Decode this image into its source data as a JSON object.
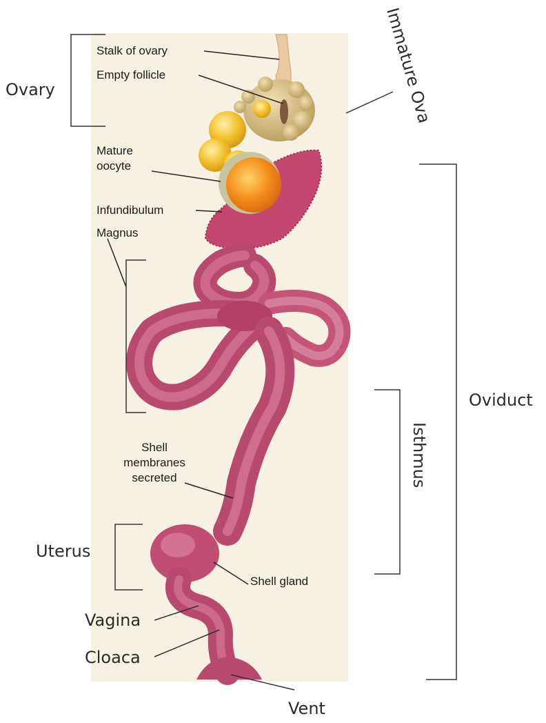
{
  "labels": {
    "stalk_of_ovary": "Stalk of ovary",
    "empty_follicle": "Empty follicle",
    "mature_oocyte_line1": "Mature",
    "mature_oocyte_line2": "oocyte",
    "infundibulum": "Infundibulum",
    "magnus": "Magnus",
    "shell_membranes_line1": "Shell",
    "shell_membranes_line2": "membranes",
    "shell_membranes_line3": "secreted",
    "shell_gland": "Shell gland",
    "ovary": "Ovary",
    "immature_ova": "Immature Ova",
    "oviduct": "Oviduct",
    "isthmus": "Isthmus",
    "uterus": "Uterus",
    "vagina": "Vagina",
    "cloaca": "Cloaca",
    "vent": "Vent"
  },
  "colors": {
    "panel_bg": "#f6f1e2",
    "tract": "#c8557a",
    "tract_dark": "#a03a5e",
    "tract_light": "#e294ad",
    "ovum_orange": "#f5921e",
    "ovum_yellow": "#f2c12e",
    "line": "#222222"
  }
}
